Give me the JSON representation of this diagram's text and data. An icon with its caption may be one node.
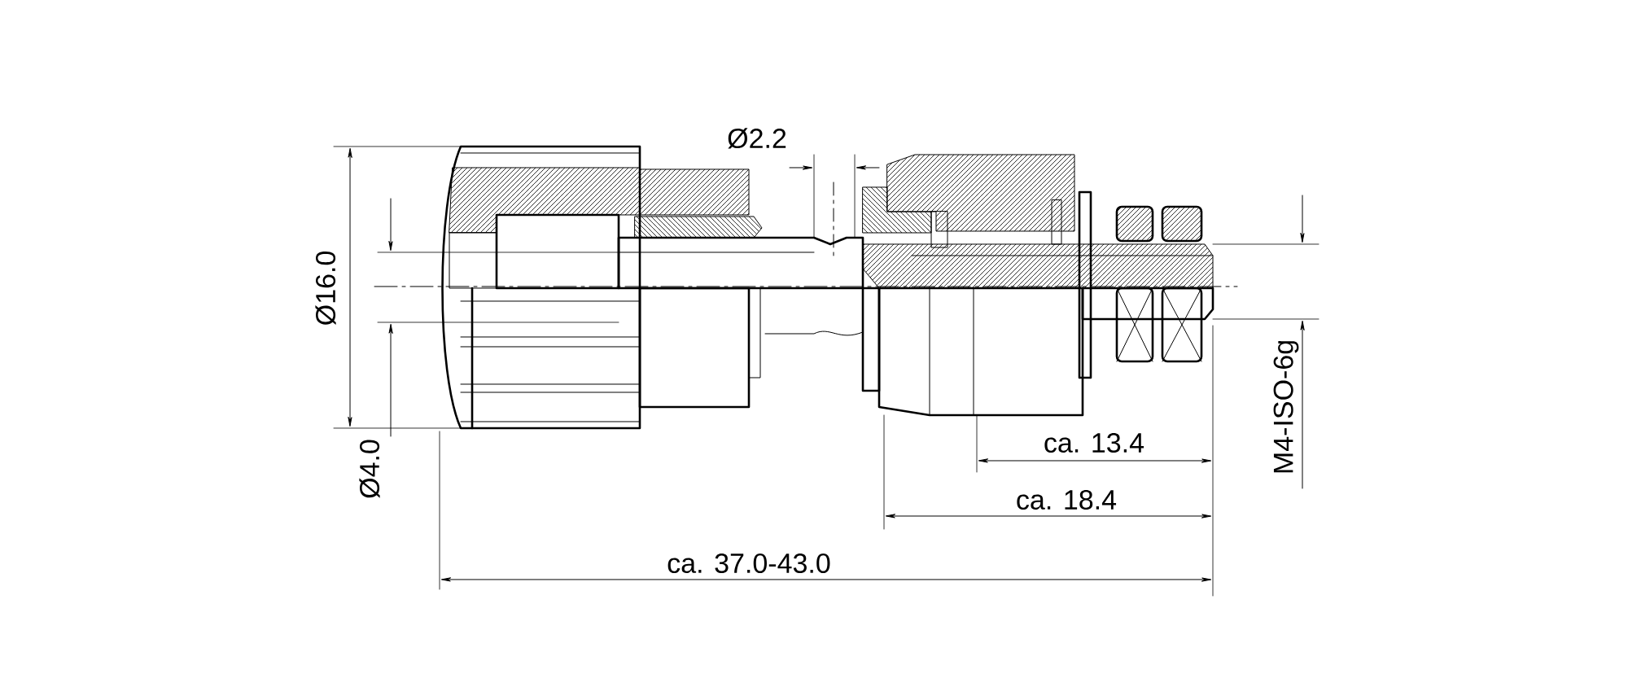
{
  "diagram": {
    "labels": [
      "Ø2.2",
      "Ø16.0",
      "M4-ISO-6g",
      "ca. 13.4",
      "ca. 18.4",
      "Ø4.0",
      "ca. 37.0-43.0"
    ]
  }
}
